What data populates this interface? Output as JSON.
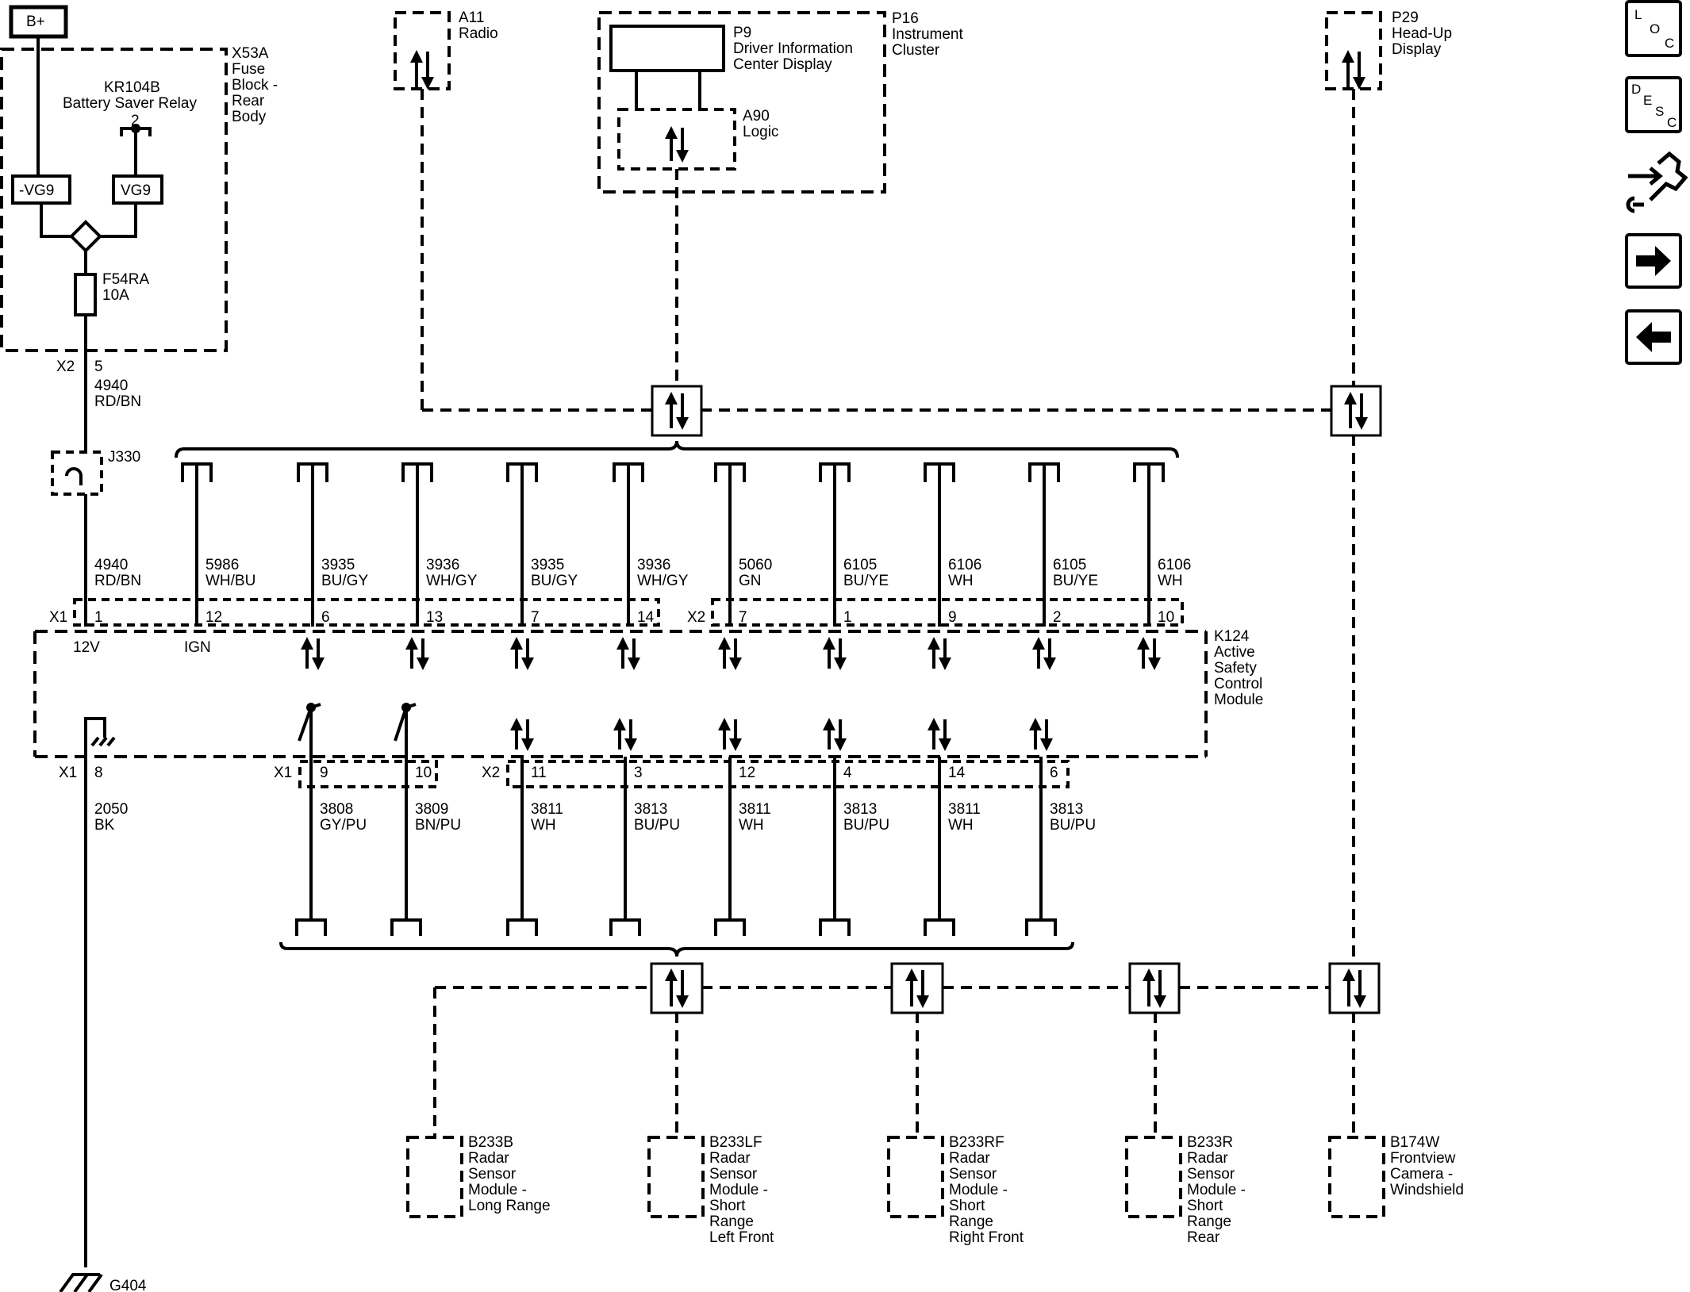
{
  "power": {
    "b_plus": "B+"
  },
  "fuse_block": {
    "name": "X53A",
    "desc": [
      "Fuse",
      "Block -",
      "Rear",
      "Body"
    ],
    "relay": [
      "KR104B",
      "Battery Saver Relay"
    ],
    "relay_pin": "2",
    "vg9_left": "-VG9",
    "vg9_right": "VG9",
    "fuse": [
      "F54RA",
      "10A"
    ],
    "connector": "X2",
    "pin": "5"
  },
  "feed_circuit": {
    "number": "4940",
    "color": "RD/BN"
  },
  "splice": "J330",
  "modules": {
    "a11": [
      "A11",
      "Radio"
    ],
    "p16": [
      "P16",
      "Instrument",
      "Cluster"
    ],
    "p9": [
      "P9",
      "Driver Information",
      "Center Display"
    ],
    "a90": [
      "A90",
      "Logic"
    ],
    "p29": [
      "P29",
      "Head-Up",
      "Display"
    ],
    "k124": [
      "K124",
      "Active",
      "Safety",
      "Control",
      "Module"
    ]
  },
  "top_wires": [
    {
      "circuit": "4940",
      "color": "RD/BN",
      "pin": "1",
      "label": "12V"
    },
    {
      "circuit": "5986",
      "color": "WH/BU",
      "pin": "12",
      "label": "IGN"
    },
    {
      "circuit": "3935",
      "color": "BU/GY",
      "pin": "6",
      "label": ""
    },
    {
      "circuit": "3936",
      "color": "WH/GY",
      "pin": "13",
      "label": ""
    },
    {
      "circuit": "3935",
      "color": "BU/GY",
      "pin": "7",
      "label": ""
    },
    {
      "circuit": "3936",
      "color": "WH/GY",
      "pin": "14",
      "label": ""
    },
    {
      "circuit": "5060",
      "color": "GN",
      "pin": "7",
      "label": ""
    },
    {
      "circuit": "6105",
      "color": "BU/YE",
      "pin": "1",
      "label": ""
    },
    {
      "circuit": "6106",
      "color": "WH",
      "pin": "9",
      "label": ""
    },
    {
      "circuit": "6105",
      "color": "BU/YE",
      "pin": "2",
      "label": ""
    },
    {
      "circuit": "6106",
      "color": "WH",
      "pin": "10",
      "label": ""
    }
  ],
  "top_connectors": [
    "X1",
    "X2"
  ],
  "bottom_connectors": [
    "X1",
    "X1",
    "X2"
  ],
  "ground_wire": {
    "circuit": "2050",
    "color": "BK",
    "pin": "8"
  },
  "ground": "G404",
  "bottom_wires": [
    {
      "circuit": "3808",
      "color": "GY/PU",
      "pin": "9"
    },
    {
      "circuit": "3809",
      "color": "BN/PU",
      "pin": "10"
    },
    {
      "circuit": "3811",
      "color": "WH",
      "pin": "11"
    },
    {
      "circuit": "3813",
      "color": "BU/PU",
      "pin": "3"
    },
    {
      "circuit": "3811",
      "color": "WH",
      "pin": "12"
    },
    {
      "circuit": "3813",
      "color": "BU/PU",
      "pin": "4"
    },
    {
      "circuit": "3811",
      "color": "WH",
      "pin": "14"
    },
    {
      "circuit": "3813",
      "color": "BU/PU",
      "pin": "6"
    }
  ],
  "sensors": [
    [
      "B233B",
      "Radar",
      "Sensor",
      "Module -",
      "Long Range"
    ],
    [
      "B233LF",
      "Radar",
      "Sensor",
      "Module -",
      "Short",
      "Range",
      "Left Front"
    ],
    [
      "B233RF",
      "Radar",
      "Sensor",
      "Module -",
      "Short",
      "Range",
      "Right Front"
    ],
    [
      "B233R",
      "Radar",
      "Sensor",
      "Module -",
      "Short",
      "Range",
      "Rear"
    ],
    [
      "B174W",
      "Frontview",
      "Camera -",
      "Windshield"
    ]
  ],
  "nav": {
    "loc": [
      "L",
      "O",
      "C"
    ],
    "desc": [
      "D",
      "E",
      "S",
      "C"
    ],
    "icons": [
      "loc-icon",
      "desc-icon",
      "connector-wrench-icon",
      "next-arrow-icon",
      "prev-arrow-icon"
    ]
  }
}
